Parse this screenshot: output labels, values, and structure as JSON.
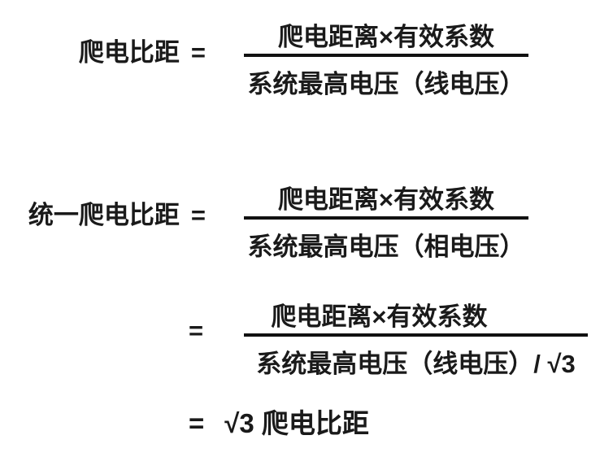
{
  "page": {
    "background_color": "#ffffff",
    "ink_color": "#1a1a1a",
    "fraction_bar_color": "#111111"
  },
  "formulas": {
    "creepage_ratio": {
      "lhs": "爬电比距",
      "eq": "=",
      "numerator": "爬电距离×有效系数",
      "denominator": "系统最高电压（线电压）"
    },
    "unified_creepage_ratio": {
      "lhs": "统一爬电比距",
      "eq": "=",
      "numerator": "爬电距离×有效系数",
      "denominator": "系统最高电压（相电压）"
    },
    "unified_expanded": {
      "eq": "=",
      "numerator": "爬电距离×有效系数",
      "denominator": "系统最高电压（线电压）/ √3"
    },
    "unified_result": {
      "eq": "=",
      "rhs": "√3 爬电比距"
    }
  }
}
